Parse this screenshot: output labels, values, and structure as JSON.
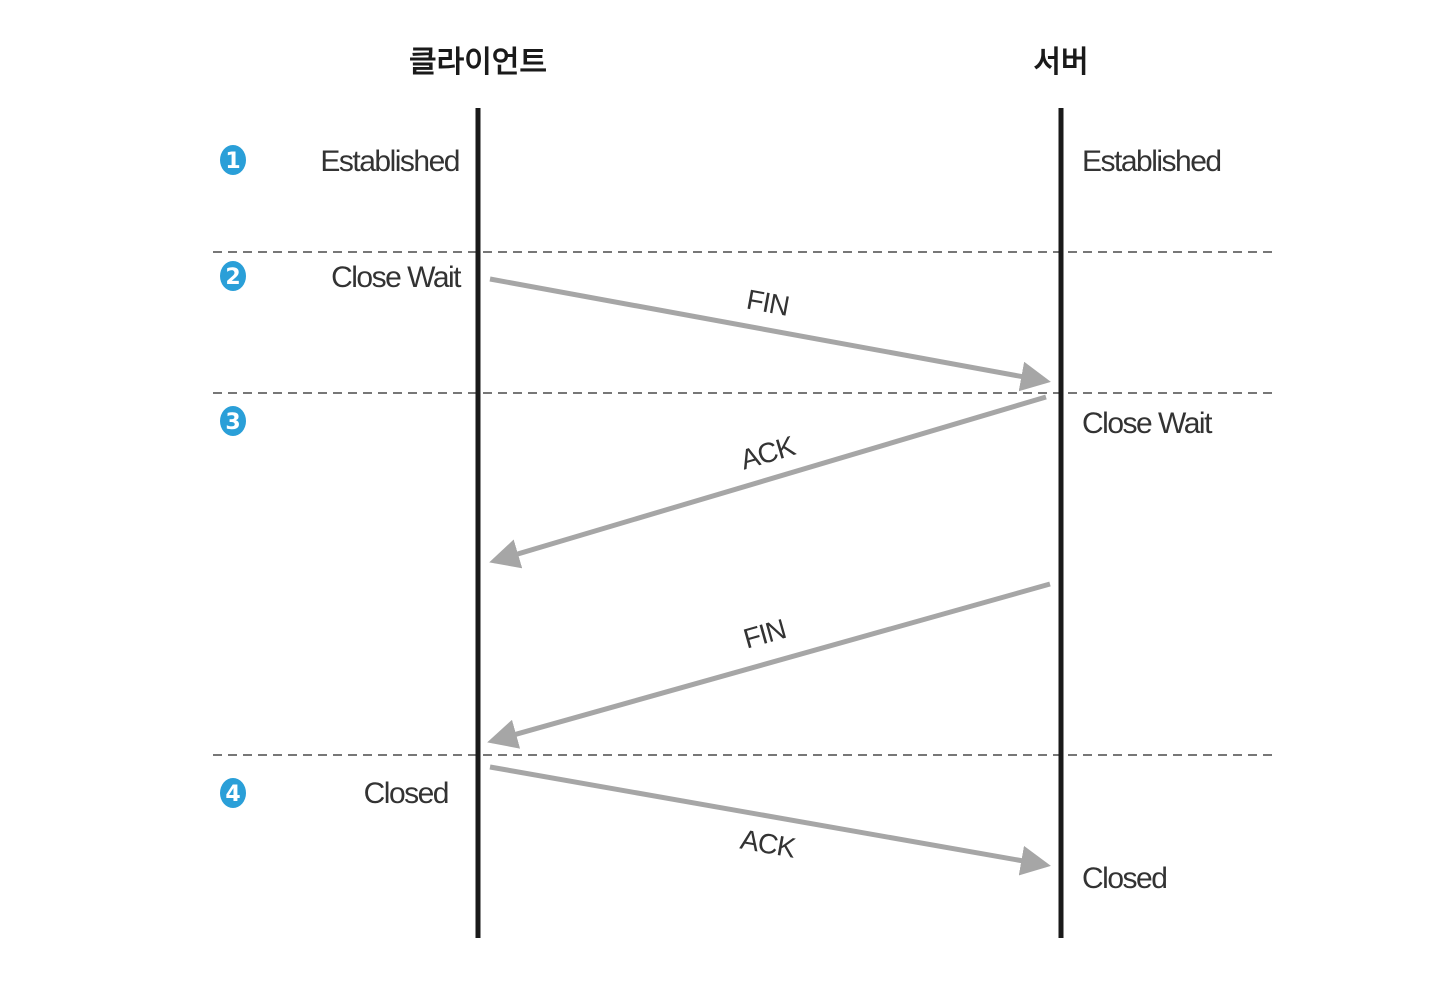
{
  "participants": {
    "client": "클라이언트",
    "server": "서버"
  },
  "steps": [
    "1",
    "2",
    "3",
    "4"
  ],
  "client_states": {
    "s1": "Established",
    "s2": "Close Wait",
    "s4": "Closed"
  },
  "server_states": {
    "s1": "Established",
    "s3": "Close Wait",
    "s4": "Closed"
  },
  "messages": {
    "fin1": "FIN",
    "ack1": "ACK",
    "fin2": "FIN",
    "ack2": "ACK"
  },
  "colors": {
    "step_badge": "#2a9fd8",
    "arrow": "#a6a6a6",
    "lifeline": "#1a1a1a",
    "divider": "#777777"
  }
}
